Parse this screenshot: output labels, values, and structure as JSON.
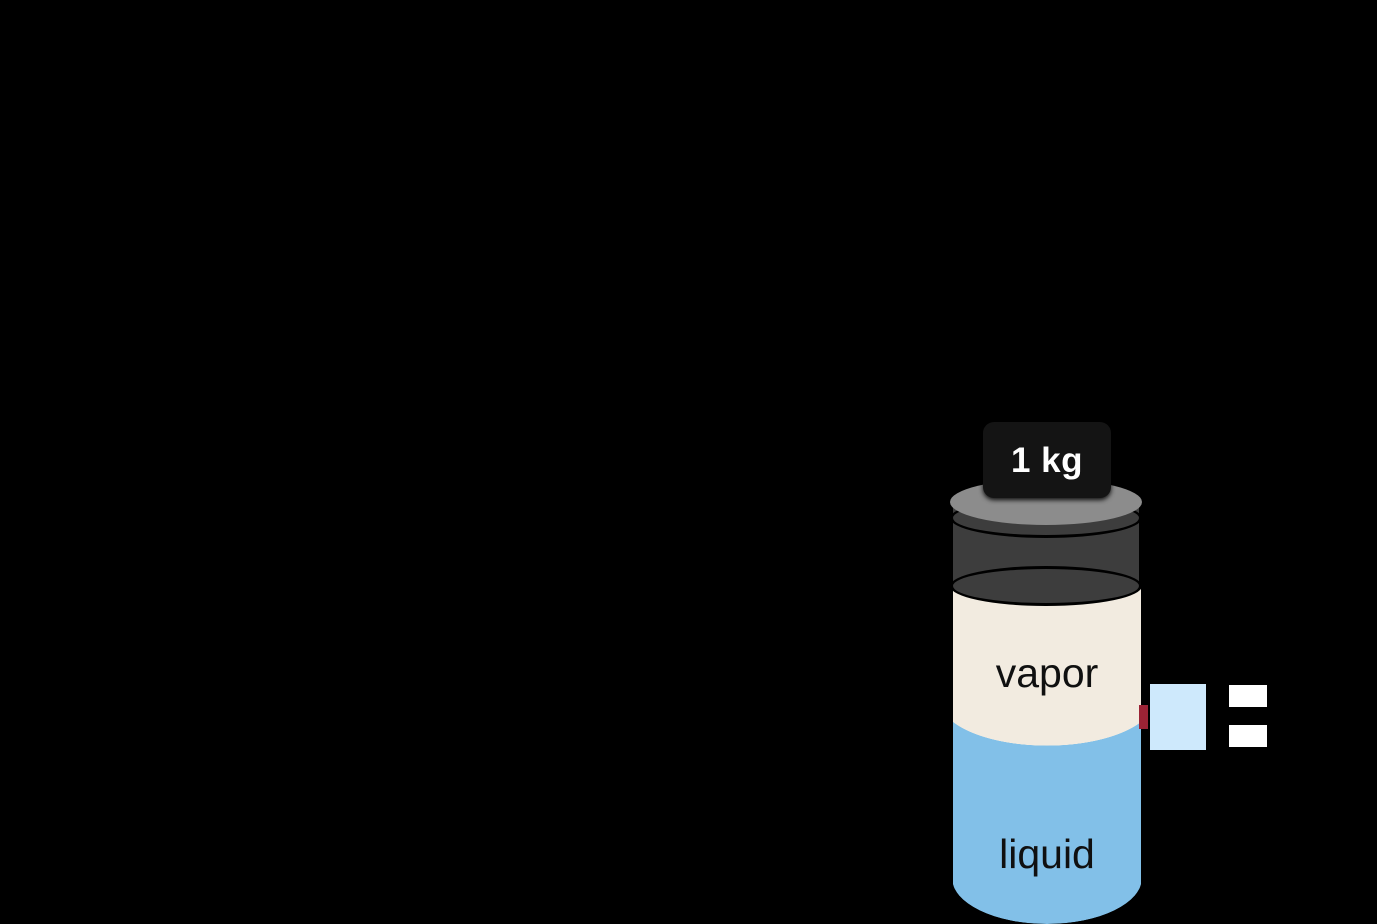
{
  "scene": {
    "title": "piston-cylinder with liquid and vapor phases",
    "background_color": "#000000"
  },
  "weight": {
    "label": "1 kg",
    "block_color": "#141414",
    "text_color": "#ffffff"
  },
  "piston": {
    "top_disc_color": "#8c8c8c",
    "body_color": "#3d3d3d",
    "outline_color": "#000000"
  },
  "vessel": {
    "vapor": {
      "label": "vapor",
      "fill_color": "#f2ebe0"
    },
    "liquid": {
      "label": "liquid",
      "fill_color": "#82c0e8"
    },
    "outline_color": "#000000"
  },
  "annotation": {
    "marker_color": "#9b2335",
    "swatch_color": "#cee9fc",
    "equals_color": "#ffffff"
  }
}
